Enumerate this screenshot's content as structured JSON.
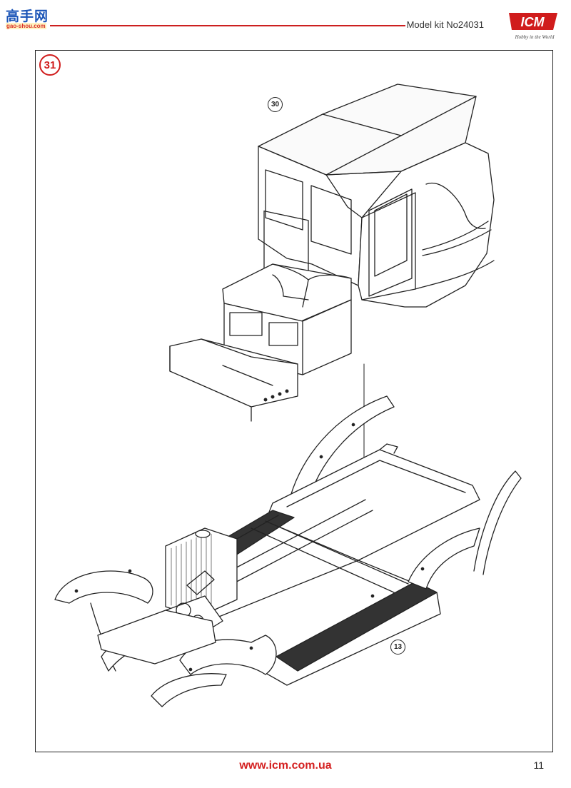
{
  "watermark": {
    "chinese_text": "高手网",
    "url_text": "gao-shou.com"
  },
  "header": {
    "kit_title": "Model kit No24031"
  },
  "logo": {
    "brand": "ICM",
    "tagline": "Hobby in the World",
    "color": "#d01c1c"
  },
  "step": {
    "number": "31"
  },
  "parts": {
    "upper_label": "30",
    "lower_label": "13"
  },
  "footer": {
    "url": "www.icm.com.ua",
    "page_number": "11"
  },
  "colors": {
    "accent": "#d01c1c",
    "line": "#222222"
  }
}
